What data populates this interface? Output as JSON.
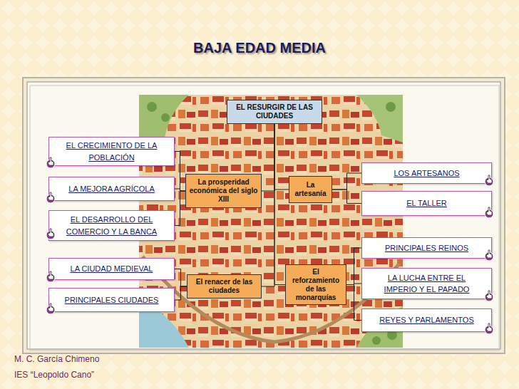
{
  "diagram": {
    "title": "BAJA EDAD MEDIA",
    "nodes": [
      {
        "text": [
          "EL RESURGIR DE LAS CIUDADES"
        ]
      },
      {
        "text": [
          "EL CRECIMIENTO DE LA POBLACIÓN"
        ]
      },
      {
        "text": [
          "LA MEJORA AGRÍCOLA"
        ]
      },
      {
        "text": [
          "La prosperidad económica del siglo XIII"
        ]
      },
      {
        "text": [
          "La artesanía"
        ]
      },
      {
        "text": [
          "LOS ARTESANOS"
        ]
      },
      {
        "text": [
          "EL TALLER"
        ]
      },
      {
        "text": [
          "EL DESARROLLO DEL COMERCIO Y LA BANCA"
        ]
      },
      {
        "text": [
          "PRINCIPALES REINOS"
        ]
      },
      {
        "text": [
          "LA CIUDAD MEDIEVAL"
        ]
      },
      {
        "text": [
          "LA LUCHA ENTRE EL IMPERIO Y EL PAPADO"
        ]
      },
      {
        "text": [
          "El renacer de las ciudades"
        ]
      },
      {
        "text": [
          "El reforzamiento de las monarquías"
        ]
      },
      {
        "text": [
          "PRINCIPALES CIUDADES"
        ]
      },
      {
        "text": [
          "REYES Y PARLAMENTOS"
        ]
      }
    ],
    "edges": [
      {
        "from": 0,
        "to": 3,
        "arrow": "none"
      },
      {
        "from": 0,
        "to": 4,
        "arrow": "none"
      },
      {
        "from": 0,
        "to": 11,
        "arrow": "none"
      },
      {
        "from": 0,
        "to": 12,
        "arrow": "none"
      },
      {
        "from": 3,
        "to": 1,
        "arrow": "none"
      },
      {
        "from": 3,
        "to": 2,
        "arrow": "none"
      },
      {
        "from": 3,
        "to": 7,
        "arrow": "none"
      },
      {
        "from": 4,
        "to": 5,
        "arrow": "none"
      },
      {
        "from": 4,
        "to": 6,
        "arrow": "none"
      },
      {
        "from": 11,
        "to": 9,
        "arrow": "none"
      },
      {
        "from": 11,
        "to": 13,
        "arrow": "none"
      },
      {
        "from": 12,
        "to": 8,
        "arrow": "none"
      },
      {
        "from": 12,
        "to": 10,
        "arrow": "none"
      },
      {
        "from": 12,
        "to": 14,
        "arrow": "none"
      }
    ],
    "labels": [
      "M. C. García Chimeno",
      "IES “Leopoldo Cano”"
    ]
  }
}
